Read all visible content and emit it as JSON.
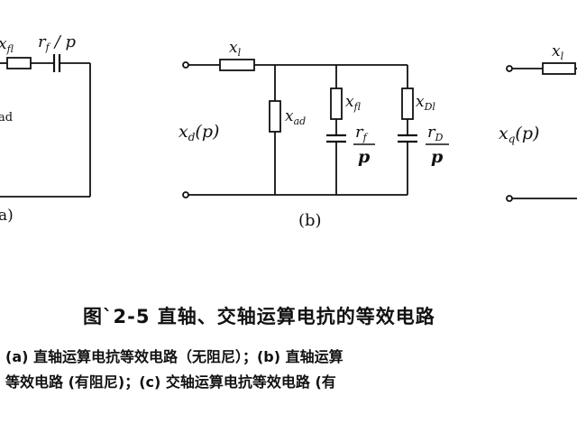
{
  "diagram_a": {
    "x_l": "x",
    "x_l_sub": "fl",
    "r_over_p": "r",
    "r_sub": "f",
    "slash_p": "/ p",
    "x_ad_sub": "ad",
    "panel_label": "a)"
  },
  "diagram_b": {
    "x_l": "x",
    "x_l_sub": "l",
    "x_d_p": "x",
    "x_d_sub": "d",
    "x_d_arg": "(p)",
    "x_ad": "x",
    "x_ad_sub": "ad",
    "x_fl": "x",
    "x_fl_sub": "fl",
    "r_f": "r",
    "r_f_sub": "f",
    "p1": "p",
    "x_Dl": "x",
    "x_Dl_sub": "Dl",
    "r_D": "r",
    "r_D_sub": "D",
    "p2": "p",
    "panel_label": "(b)"
  },
  "diagram_c": {
    "x_l": "x",
    "x_l_sub": "l",
    "x_q_p": "x",
    "x_q_sub": "q",
    "x_q_arg": "(p)"
  },
  "caption": {
    "title": "图`2-5   直轴、交轴运算电抗的等效电路",
    "line1": "(a) 直轴运算电抗等效电路（无阻尼）；(b) 直轴运算",
    "line2": "等效电路 (有阻尼)；(c) 交轴运算电抗等效电路 (有"
  }
}
